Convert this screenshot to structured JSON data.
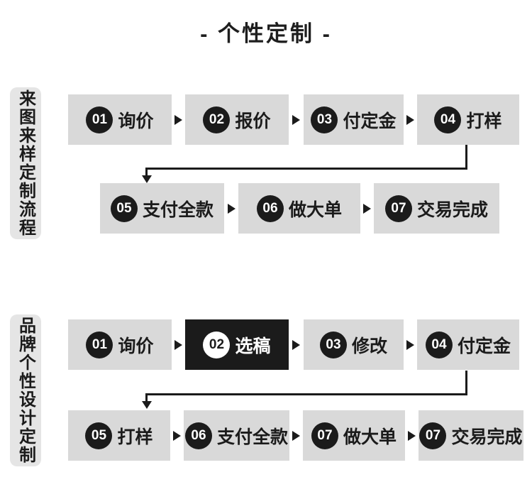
{
  "title": "- 个性定制 -",
  "colors": {
    "background": "#ffffff",
    "box_bg": "#d9d9d9",
    "label_bg": "#e5e5e5",
    "ink": "#1b1b1b",
    "highlight_bg": "#1b1b1b",
    "highlight_text": "#ffffff"
  },
  "icons": {
    "right_arrow": "css-triangle-right",
    "down_arrow": "css-triangle-down"
  },
  "sections": [
    {
      "label": "来图来样定制流程",
      "rows": [
        {
          "items": [
            {
              "num": "01",
              "label": "询价"
            },
            {
              "num": "02",
              "label": "报价"
            },
            {
              "num": "03",
              "label": "付定金"
            },
            {
              "num": "04",
              "label": "打样"
            }
          ]
        },
        {
          "items": [
            {
              "num": "05",
              "label": "支付全款"
            },
            {
              "num": "06",
              "label": "做大单"
            },
            {
              "num": "07",
              "label": "交易完成"
            }
          ]
        }
      ]
    },
    {
      "label": "品牌个性设计定制",
      "rows": [
        {
          "items": [
            {
              "num": "01",
              "label": "询价"
            },
            {
              "num": "02",
              "label": "选稿",
              "highlighted": true
            },
            {
              "num": "03",
              "label": "修改"
            },
            {
              "num": "04",
              "label": "付定金"
            }
          ]
        },
        {
          "items": [
            {
              "num": "05",
              "label": "打样"
            },
            {
              "num": "06",
              "label": "支付全款"
            },
            {
              "num": "07",
              "label": "做大单"
            },
            {
              "num": "07",
              "label": "交易完成"
            }
          ]
        }
      ]
    }
  ]
}
